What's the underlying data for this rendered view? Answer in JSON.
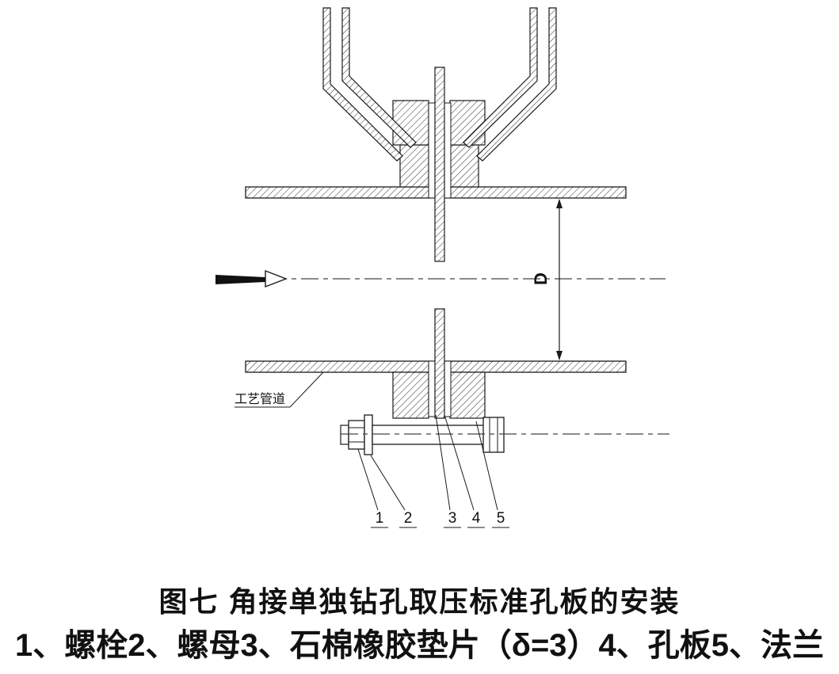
{
  "diagram": {
    "dimension_label": "D",
    "pipe_label": "工艺管道",
    "part_numbers": [
      "1",
      "2",
      "3",
      "4",
      "5"
    ]
  },
  "caption": {
    "title": "图七  角接单独钻孔取压标准孔板的安装",
    "parts_list": "1、螺栓2、螺母3、石棉橡胶垫片（δ=3）4、孔板5、法兰"
  },
  "colors": {
    "line": "#1a1a1a",
    "background": "#ffffff"
  }
}
